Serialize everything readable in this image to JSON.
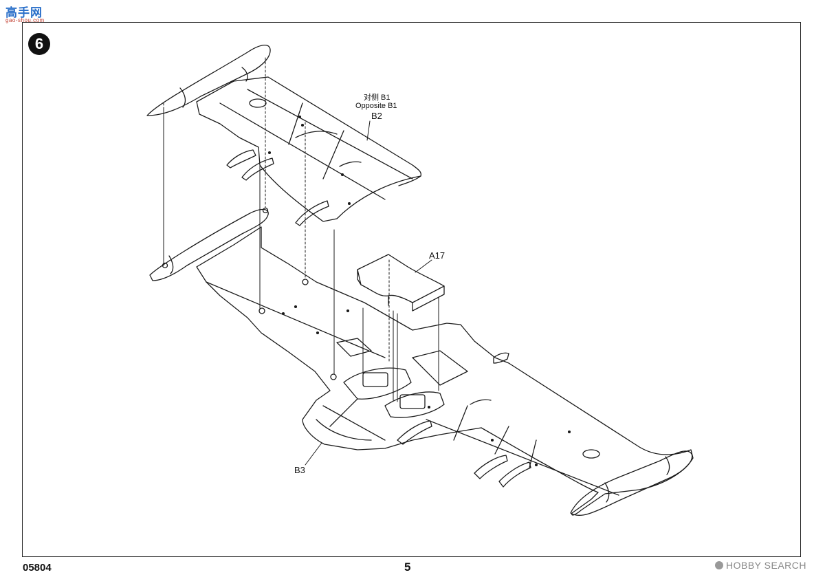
{
  "watermark": {
    "title": "高手网",
    "subtitle": "gao-shou.com"
  },
  "step": {
    "number": "6"
  },
  "callouts": {
    "b1_cn": "对侧 B1",
    "b1_en": "Opposite B1",
    "b2": "B2",
    "a17": "A17",
    "b3": "B3"
  },
  "footer": {
    "product_code": "05804",
    "page_number": "5",
    "brand": "HOBBY SEARCH"
  },
  "colors": {
    "line": "#1a1a1a",
    "watermark_blue": "#2a6fc9",
    "watermark_red": "#c0392b",
    "brand_gray": "#888888"
  }
}
